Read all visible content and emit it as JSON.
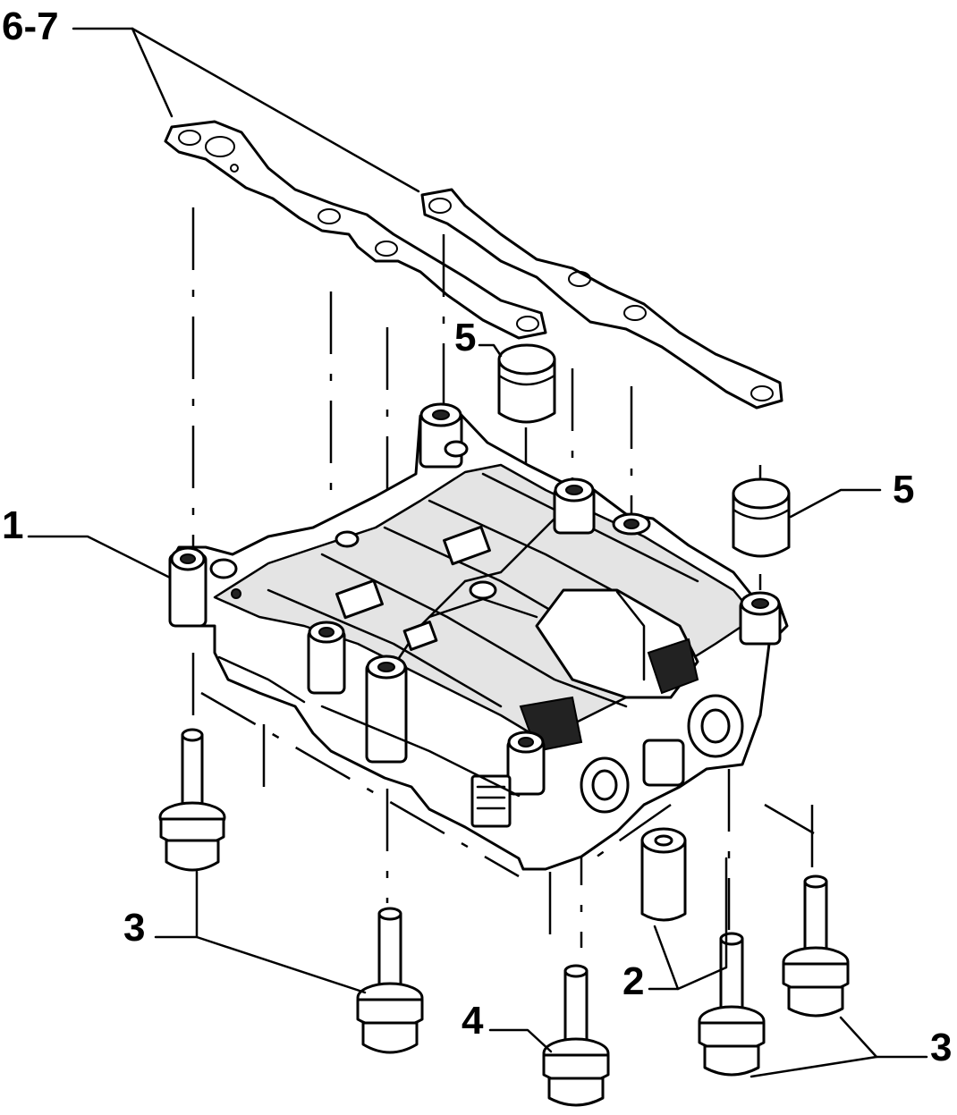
{
  "diagram": {
    "callouts": [
      {
        "id": "c67",
        "label": "6-7"
      },
      {
        "id": "c5a",
        "label": "5"
      },
      {
        "id": "c5b",
        "label": "5"
      },
      {
        "id": "c1",
        "label": "1"
      },
      {
        "id": "c3a",
        "label": "3"
      },
      {
        "id": "c4",
        "label": "4"
      },
      {
        "id": "c2",
        "label": "2"
      },
      {
        "id": "c3b",
        "label": "3"
      }
    ]
  }
}
